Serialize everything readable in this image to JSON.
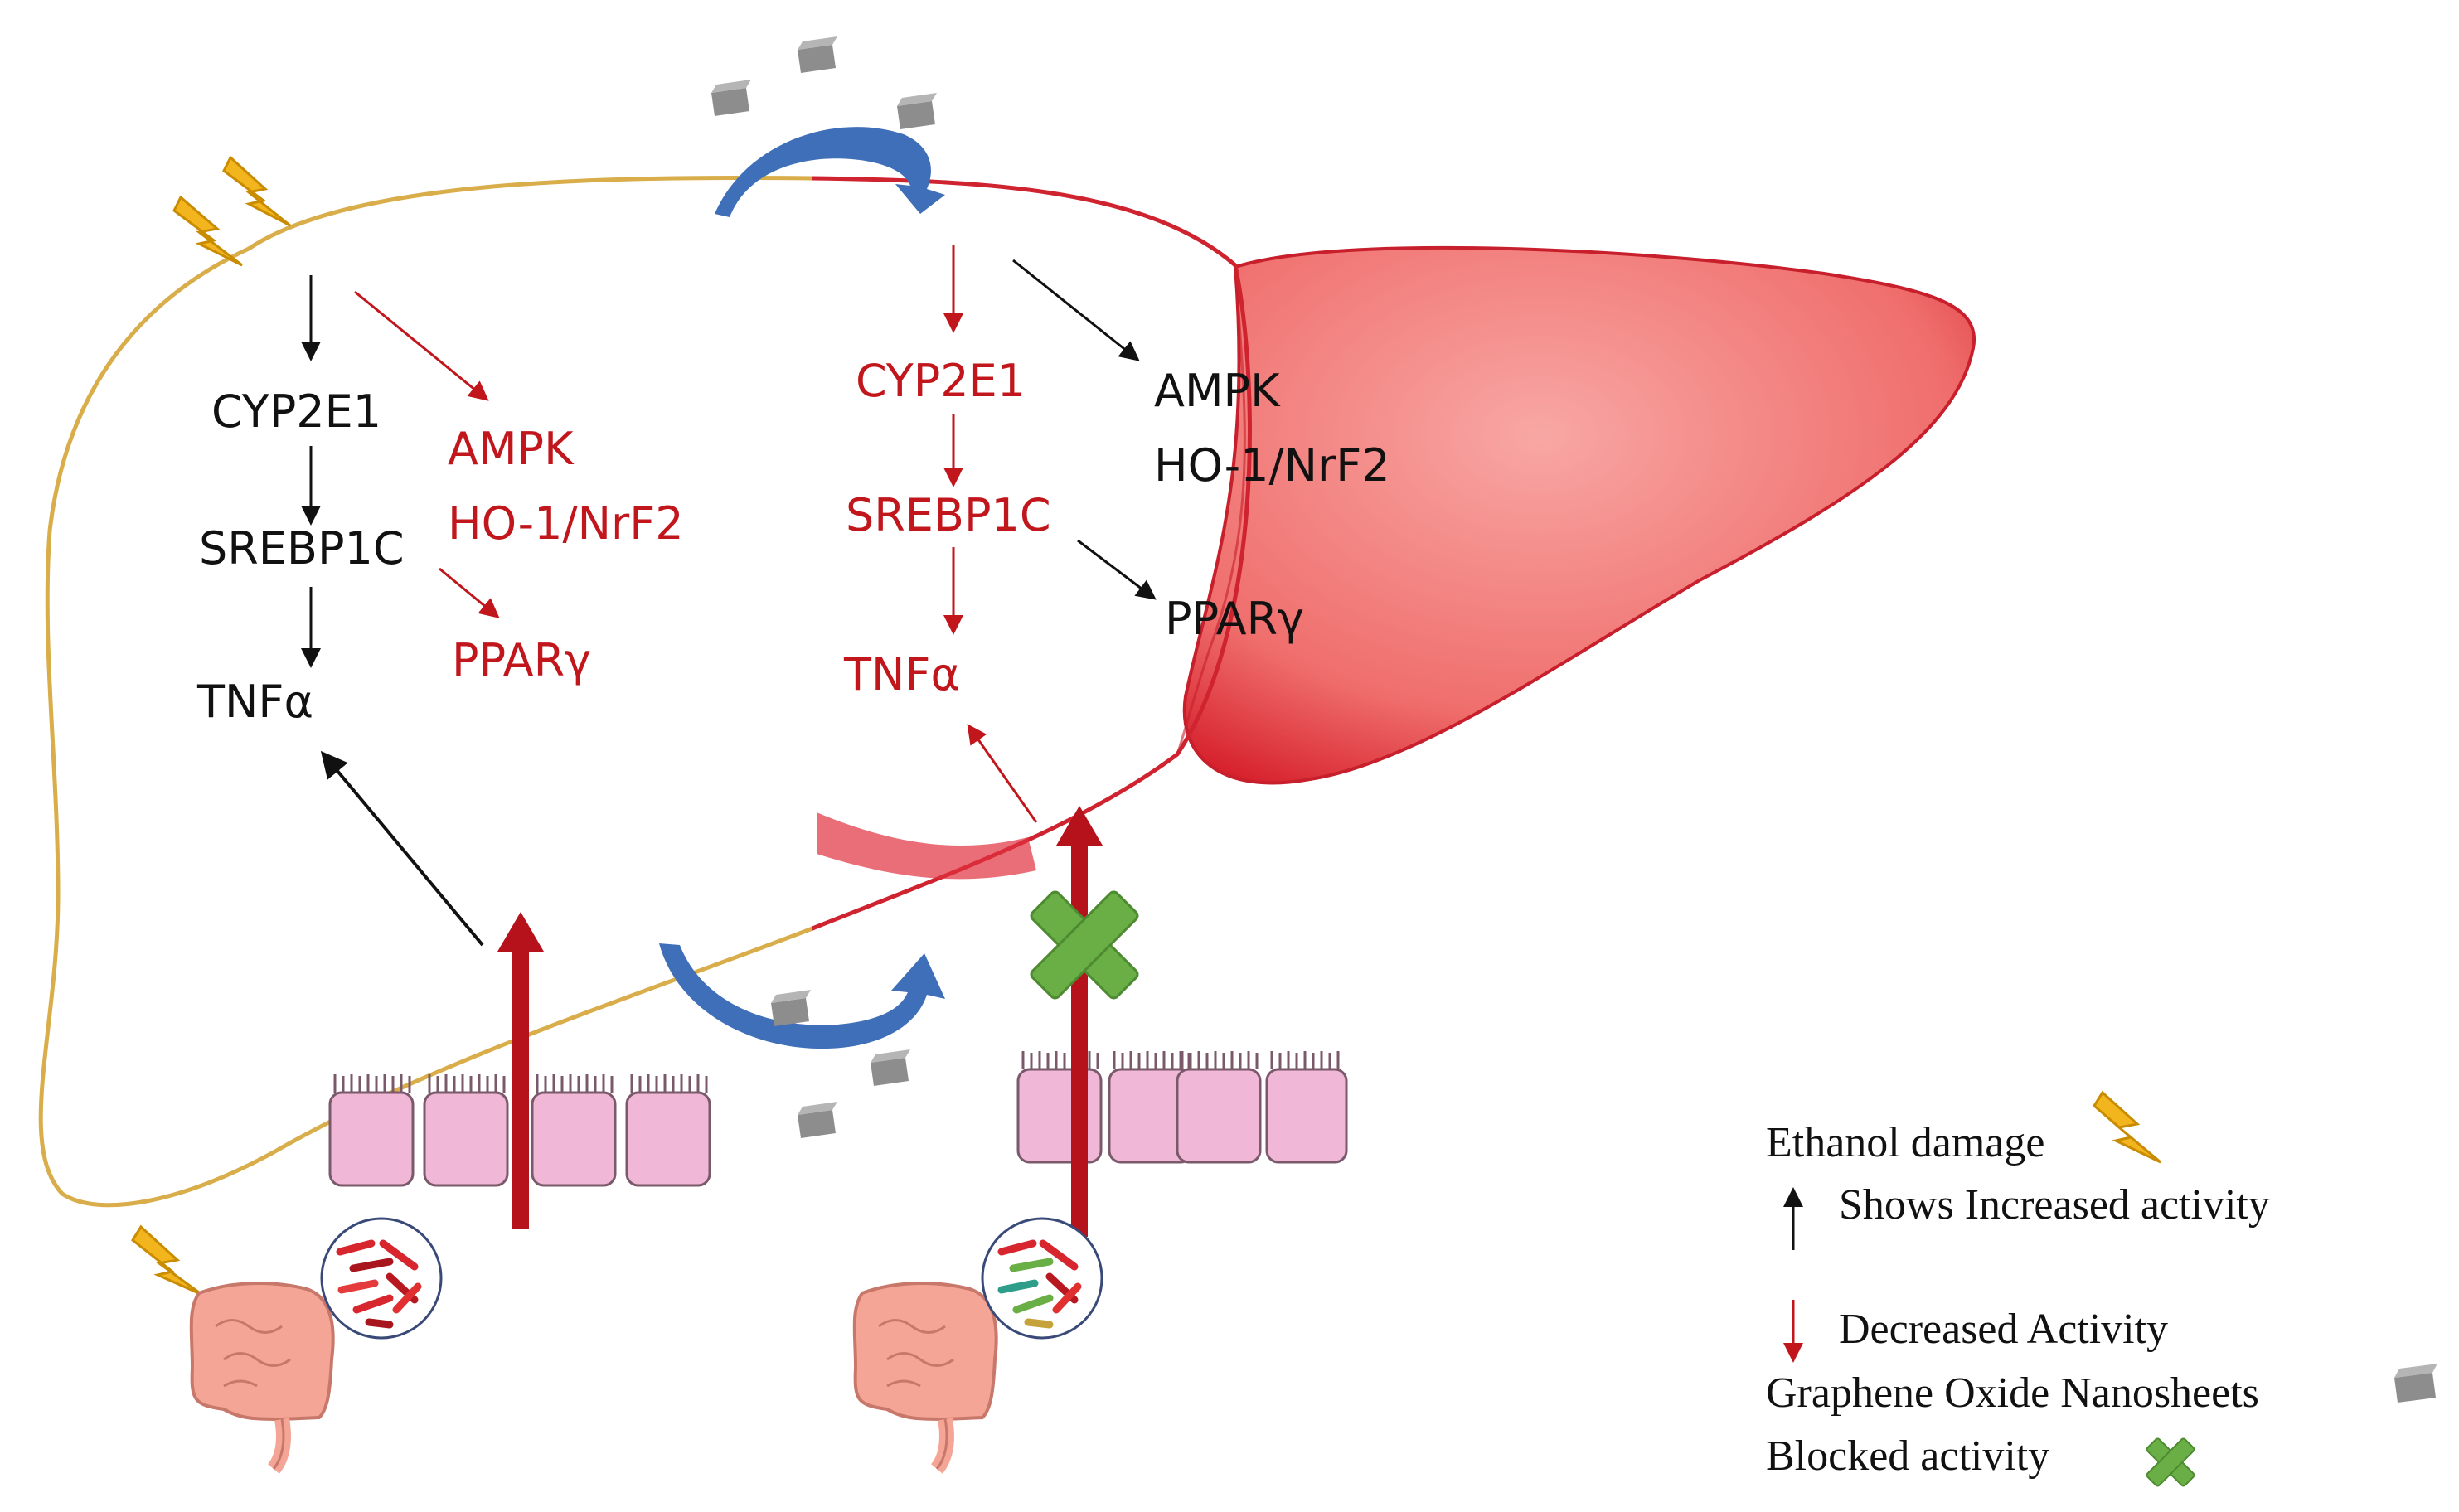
{
  "colors": {
    "liver_healthy_fill": "#f1d79d",
    "liver_healthy_stroke": "#d8ad4a",
    "liver_damaged_fill": "#f47f7b",
    "liver_damaged_dark": "#dd2b35",
    "increase_arrow": "#111111",
    "decrease_arrow": "#c0161c",
    "gut_arrow": "#b5121b",
    "cycle_arrow": "#3f6fb8",
    "nanosheet": "#8d8d8d",
    "blocked_x": "#6aae46",
    "lightning": "#f2b51e",
    "epithelium": "#f0b8d6"
  },
  "left_panel": {
    "cyp2e1": "CYP2E1",
    "srebp1c": "SREBP1C",
    "tnfa": "TNFα",
    "ampk": "AMPK",
    "ho1": "HO-1/NrF2",
    "ppar": "PPARγ"
  },
  "right_panel": {
    "cyp2e1": "CYP2E1",
    "srebp1c": "SREBP1C",
    "tnfa": "TNFα",
    "ampk": "AMPK",
    "ho1": "HO-1/NrF2",
    "ppar": "PPARγ"
  },
  "legend": {
    "ethanol": "Ethanol damage",
    "increased": "Shows Increased activity",
    "decreased": "Decreased Activity",
    "graphene": "Graphene Oxide Nanosheets",
    "blocked": "Blocked activity"
  }
}
